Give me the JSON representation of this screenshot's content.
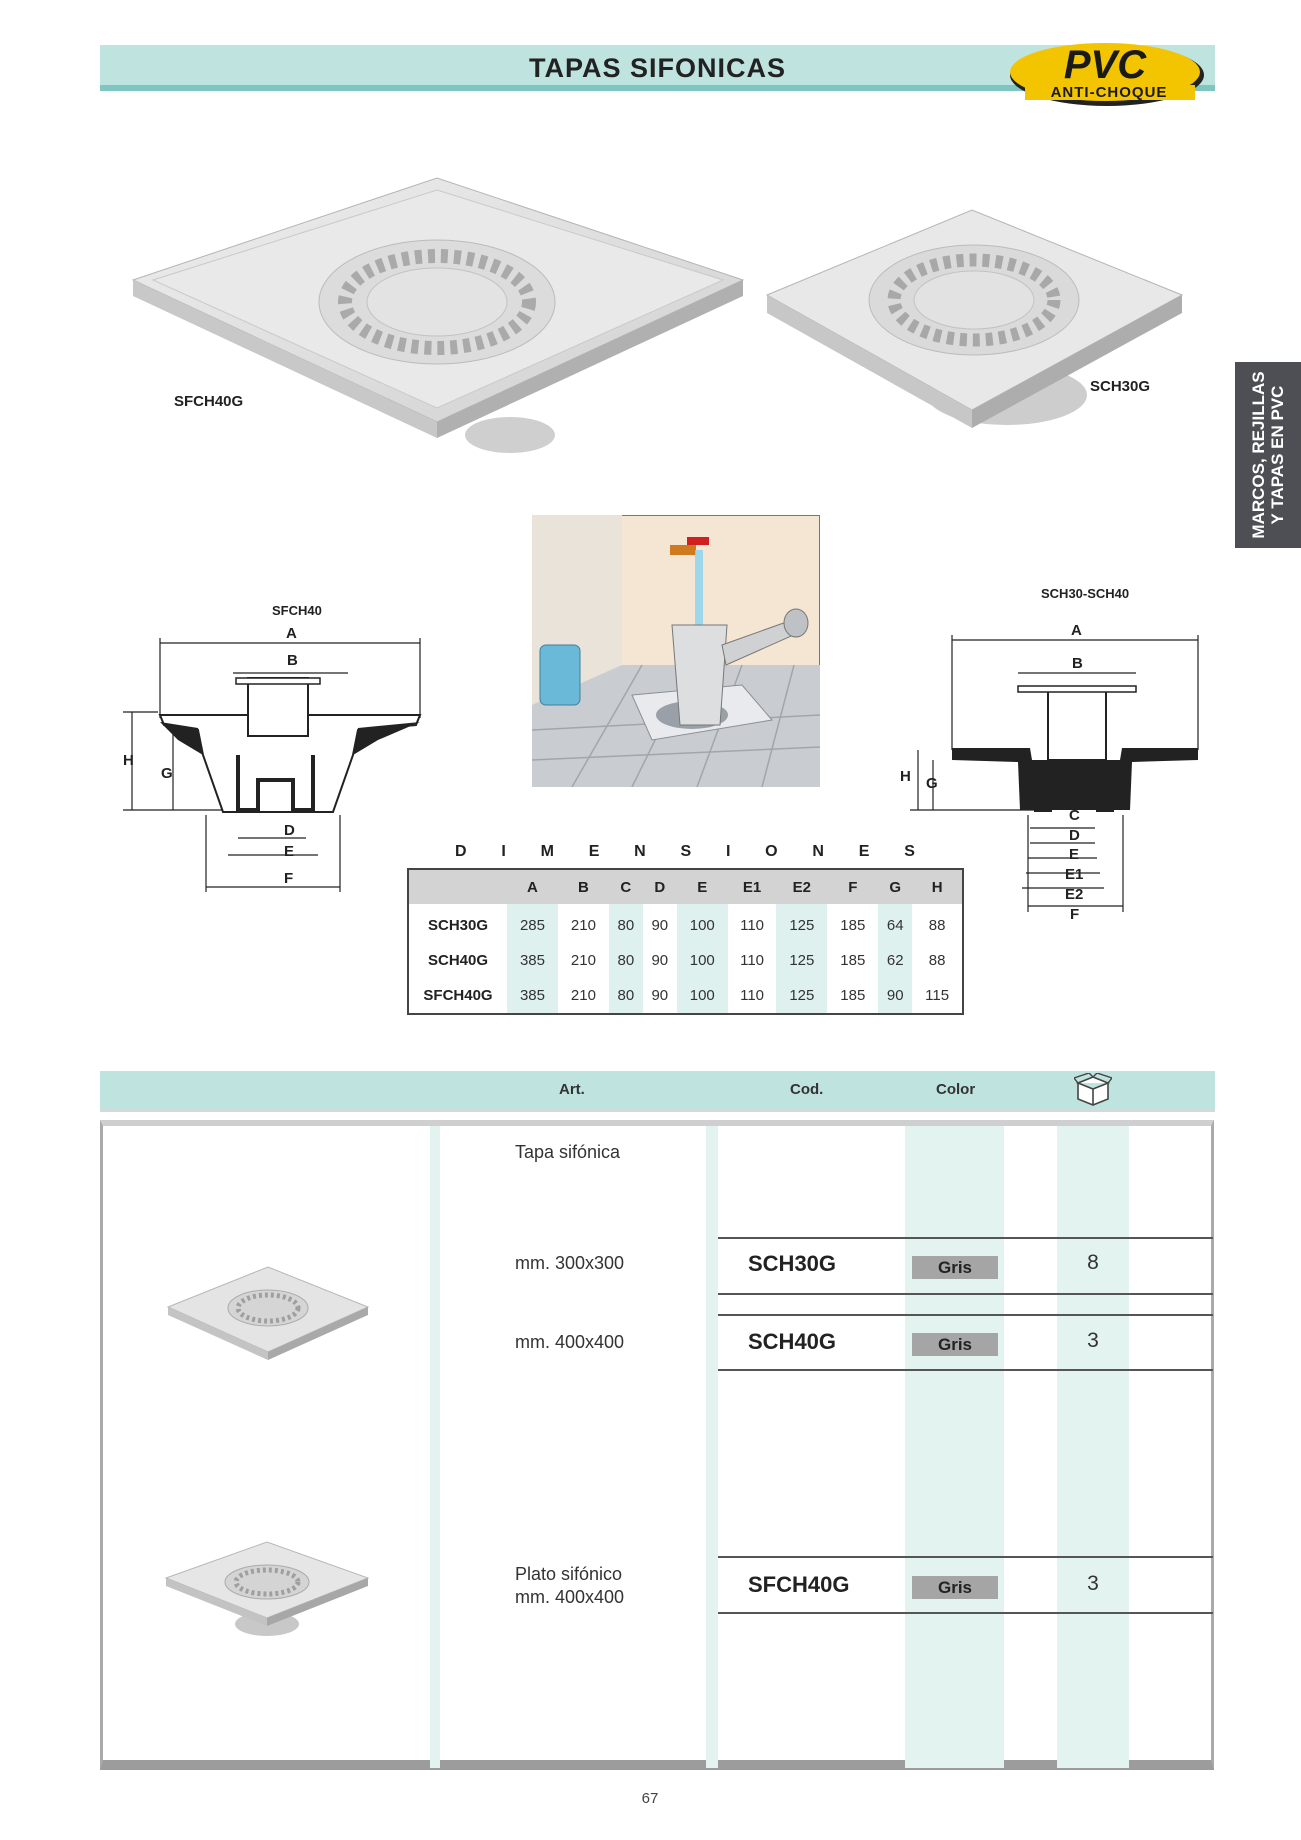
{
  "header": {
    "title": "TAPAS SIFONICAS",
    "logo_main": "PVC",
    "logo_sub": "ANTI-CHOQUE"
  },
  "side_tab": {
    "line1": "MARCOS, REJILLAS",
    "line2": "Y TAPAS EN PVC"
  },
  "photos": {
    "large_label": "SFCH40G",
    "small_label": "SCH30G"
  },
  "drawings": {
    "left": {
      "title": "SFCH40",
      "labels": [
        "A",
        "B",
        "H",
        "G",
        "D",
        "E",
        "F"
      ]
    },
    "right": {
      "title": "SCH30-SCH40",
      "labels": [
        "A",
        "B",
        "H",
        "G",
        "C",
        "D",
        "E",
        "E1",
        "E2",
        "F"
      ]
    }
  },
  "dimensions": {
    "title_letters": [
      "D",
      "I",
      "M",
      "E",
      "N",
      "S",
      "I",
      "O",
      "N",
      "E",
      "S"
    ],
    "columns": [
      "A",
      "B",
      "C",
      "D",
      "E",
      "E1",
      "E2",
      "F",
      "G",
      "H"
    ],
    "rows": [
      {
        "code": "SCH30G",
        "values": [
          "285",
          "210",
          "80",
          "90",
          "100",
          "110",
          "125",
          "185",
          "64",
          "88"
        ]
      },
      {
        "code": "SCH40G",
        "values": [
          "385",
          "210",
          "80",
          "90",
          "100",
          "110",
          "125",
          "185",
          "62",
          "88"
        ]
      },
      {
        "code": "SFCH40G",
        "values": [
          "385",
          "210",
          "80",
          "90",
          "100",
          "110",
          "125",
          "185",
          "90",
          "115"
        ]
      }
    ]
  },
  "list_header": {
    "art": "Art.",
    "cod": "Cod.",
    "color": "Color",
    "box_icon": "box-icon"
  },
  "products": {
    "group1_title": "Tapa sifónica",
    "items": [
      {
        "desc": "mm. 300x300",
        "code": "SCH30G",
        "color": "Gris",
        "qty": "8"
      },
      {
        "desc": "mm. 400x400",
        "code": "SCH40G",
        "color": "Gris",
        "qty": "3"
      }
    ],
    "plato": {
      "desc1": "Plato sifónico",
      "desc2": "mm. 400x400",
      "code": "SFCH40G",
      "color": "Gris",
      "qty": "3"
    }
  },
  "page_number": "67",
  "colors": {
    "teal_light": "#bfe3df",
    "teal_line": "#7fc6c0",
    "stripe": "#e3f3f0",
    "logo_yellow": "#f2c500"
  }
}
